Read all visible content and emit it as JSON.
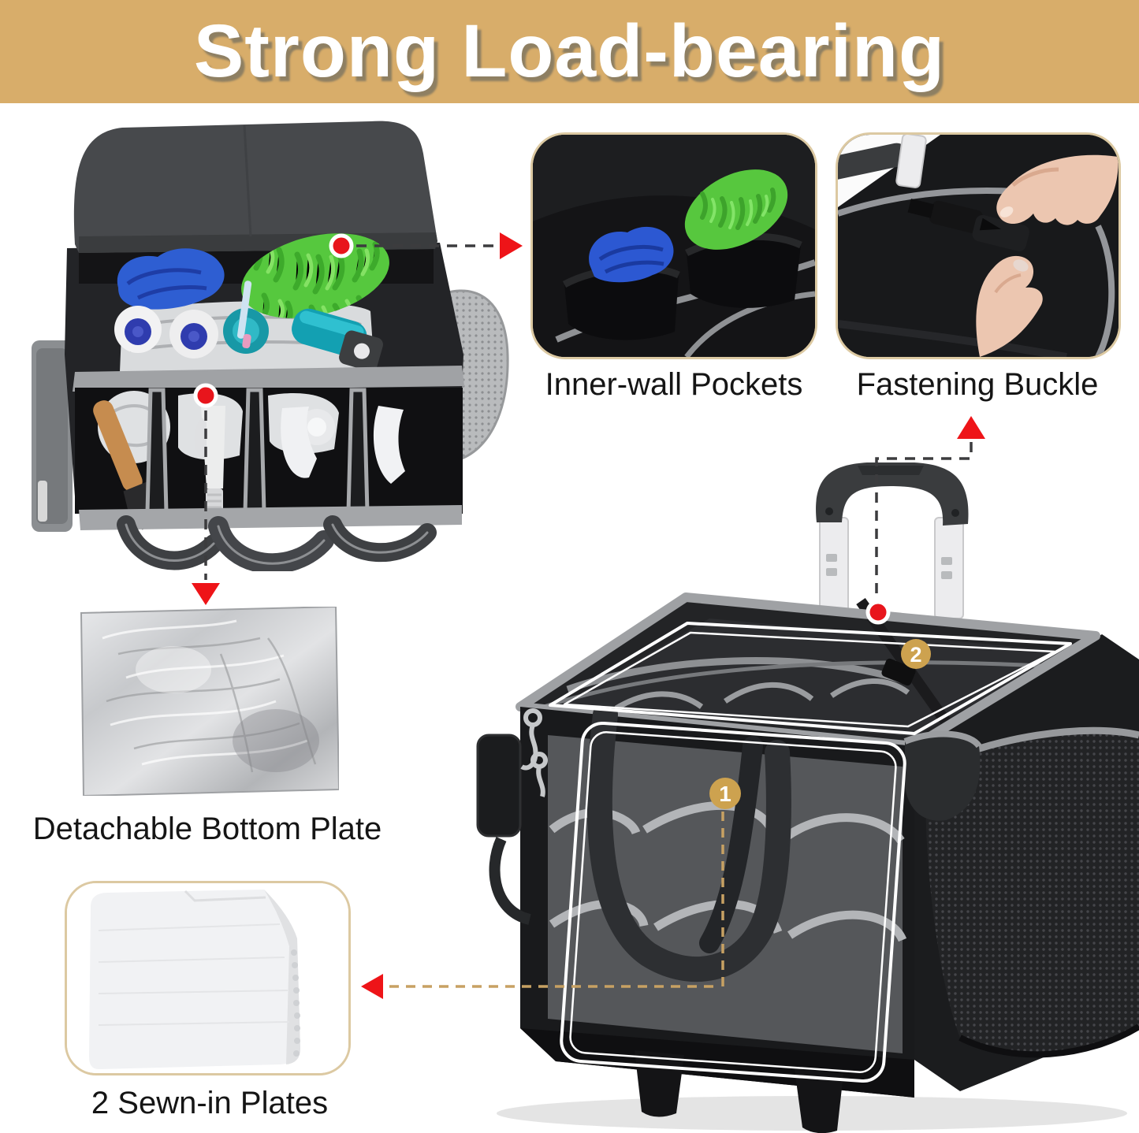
{
  "banner": {
    "title": "Strong Load-bearing",
    "background": "#d8ad6a",
    "text_color": "#ffffff"
  },
  "callouts": {
    "inner_wall": {
      "label": "Inner-wall Pockets"
    },
    "fastening_buckle": {
      "label": "Fastening Buckle"
    },
    "bottom_plate": {
      "label": "Detachable Bottom Plate"
    },
    "sewn_plates": {
      "label": "2 Sewn-in Plates"
    }
  },
  "badges": {
    "front_panel": "1",
    "top_rim": "2"
  },
  "colors": {
    "accent_red": "#e8151c",
    "badge_gold": "#cda24f",
    "connector_dark": "#3c3c3e",
    "connector_gold": "#c7a163",
    "card_border": "#dcc9a2",
    "bag_dark": "#1b1c1e",
    "trim_gray": "#a7a9ac",
    "mitt_green": "#56c83e",
    "cloth_blue": "#2e5ed2"
  }
}
